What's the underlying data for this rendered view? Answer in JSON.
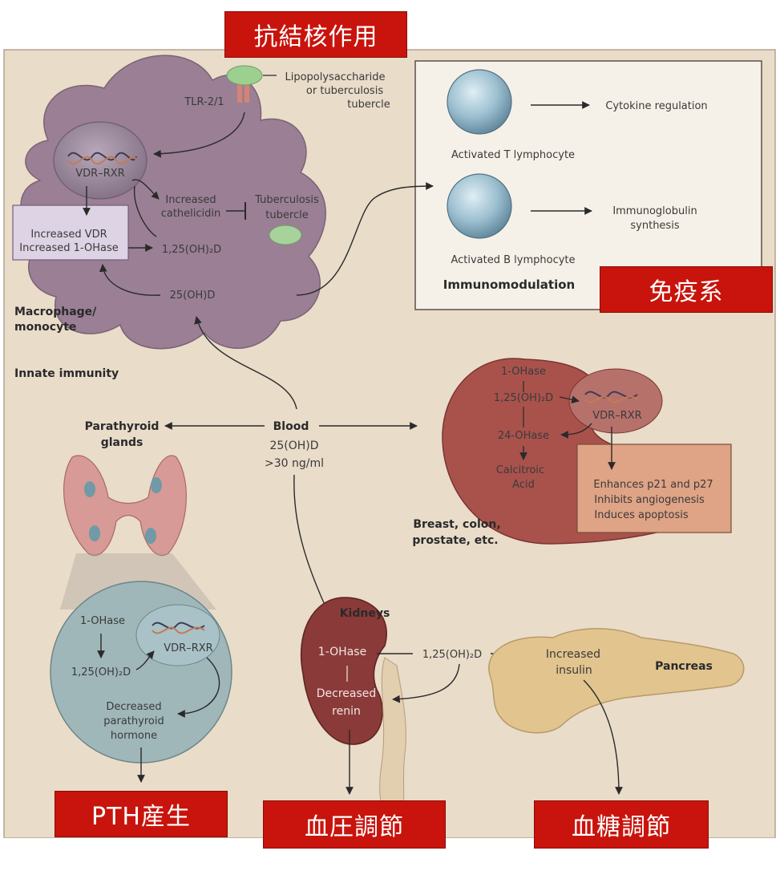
{
  "colors": {
    "background": "#e9dcc9",
    "macrophage": "#9a7f95",
    "immuno_panel": "#f6f1e8",
    "kidney": "#8a3a38",
    "pancreas": "#e2c48f",
    "parathyroid": "#d79a96",
    "zoom_circle": "#9fb7b9",
    "breast_organ": "#a9524c",
    "jp_label_bg": "#c8140c",
    "jp_label_text": "#ffffff"
  },
  "jp_labels": {
    "antituberculosis": "抗結核作用",
    "immune": "免疫系",
    "pth": "PTH産生",
    "blood_pressure": "血圧調節",
    "blood_sugar": "血糖調節"
  },
  "macrophage": {
    "tlr": "TLR-2/1",
    "lps_line1": "Lipopolysaccharide",
    "lps_line2": "or tuberculosis",
    "lps_line3": "tubercle",
    "vdr_rxr": "VDR–RXR",
    "increased_vdr": "Increased VDR",
    "increased_1ohase": "Increased 1-OHase",
    "cathelicidin_line1": "Increased",
    "cathelicidin_line2": "cathelicidin",
    "tuberculosis_line1": "Tuberculosis",
    "tuberculosis_line2": "tubercle",
    "calcitriol": "1,25(OH)₂D",
    "calcidiol": "25(OH)D",
    "cell_line1": "Macrophage/",
    "cell_line2": "monocyte",
    "innate": "Innate immunity"
  },
  "immuno": {
    "t_cell": "Activated T lymphocyte",
    "cytokine": "Cytokine regulation",
    "b_cell": "Activated B lymphocyte",
    "ig_line1": "Immunoglobulin",
    "ig_line2": "synthesis",
    "title": "Immunomodulation"
  },
  "blood": {
    "title": "Blood",
    "level_line1": "25(OH)D",
    "level_line2": ">30 ng/ml"
  },
  "parathyroid": {
    "title_line1": "Parathyroid",
    "title_line2": "glands",
    "ohase": "1-OHase",
    "calcitriol": "1,25(OH)₂D",
    "vdr_rxr": "VDR–RXR",
    "pth_line1": "Decreased",
    "pth_line2": "parathyroid",
    "pth_line3": "hormone"
  },
  "breast": {
    "ohase": "1-OHase",
    "calcitriol": "1,25(OH)₂D",
    "vdr_rxr": "VDR–RXR",
    "ohase24": "24-OHase",
    "acid_line1": "Calcitroic",
    "acid_line2": "Acid",
    "effect1": "Enhances p21 and p27",
    "effect2": "Inhibits angiogenesis",
    "effect3": "Induces apoptosis",
    "tissue_line1": "Breast, colon,",
    "tissue_line2": "prostate, etc."
  },
  "kidney": {
    "title": "Kidneys",
    "ohase": "1-OHase",
    "renin_line1": "Decreased",
    "renin_line2": "renin",
    "calcitriol": "1,25(OH)₂D"
  },
  "pancreas": {
    "title": "Pancreas",
    "insulin_line1": "Increased",
    "insulin_line2": "insulin"
  }
}
